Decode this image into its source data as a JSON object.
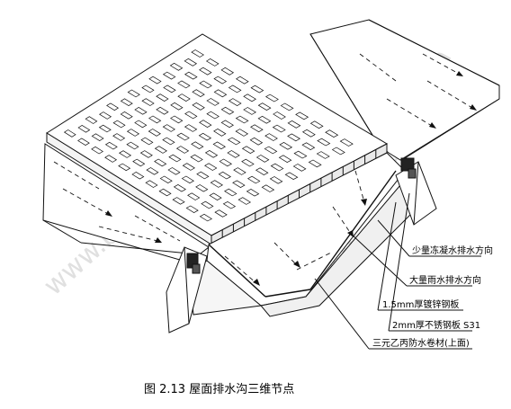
{
  "figure": {
    "caption": "图 2.13   屋面排水沟三维节点",
    "callouts": [
      {
        "id": "small-water",
        "text": "少量冻凝水排水方向"
      },
      {
        "id": "large-water",
        "text": "大量雨水排水方向"
      },
      {
        "id": "steel-plate",
        "text": "1.5mm厚镀锌钢板"
      },
      {
        "id": "stainless",
        "text": "2mm厚不锈钢板 S31"
      },
      {
        "id": "epdm",
        "text": "三元乙丙防水卷材(上面)"
      }
    ],
    "watermark": "www.bimindoor.com"
  }
}
